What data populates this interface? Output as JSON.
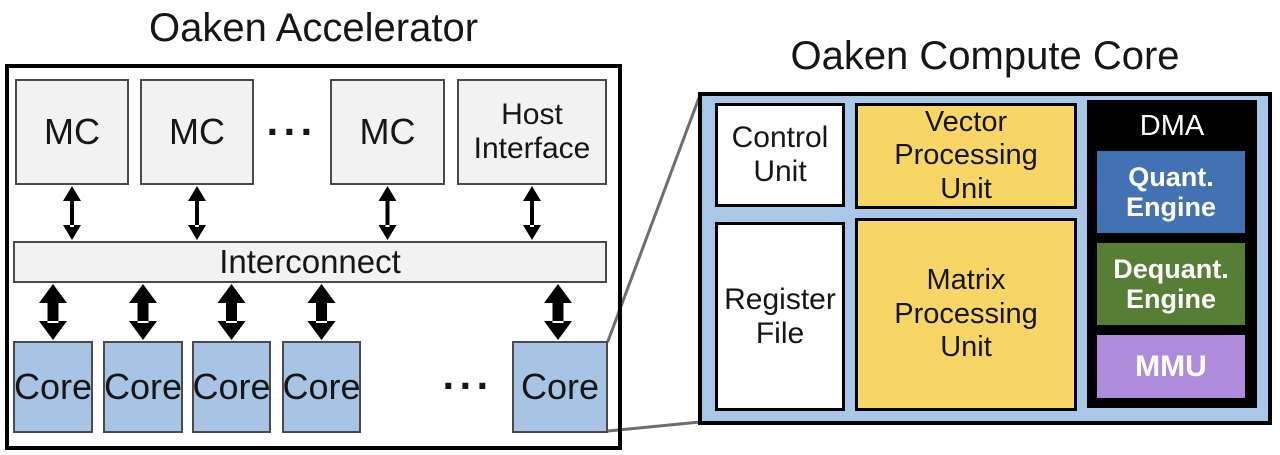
{
  "accelerator": {
    "title": "Oaken Accelerator",
    "mcs": [
      "MC",
      "MC",
      "MC"
    ],
    "mc_ellipsis": "···",
    "host_interface": "Host\nInterface",
    "interconnect": "Interconnect",
    "cores": [
      "Core",
      "Core",
      "Core",
      "Core",
      "Core"
    ],
    "core_ellipsis": "···"
  },
  "compute_core": {
    "title": "Oaken Compute Core",
    "control_unit": "Control\nUnit",
    "register_file": "Register\nFile",
    "vector_processing_unit": "Vector\nProcessing\nUnit",
    "matrix_processing_unit": "Matrix\nProcessing\nUnit",
    "dma": "DMA",
    "quant_engine": "Quant.\nEngine",
    "dequant_engine": "Dequant.\nEngine",
    "mmu": "MMU"
  },
  "colors": {
    "core_fill": "#A8C4E4",
    "panel_fill": "#A8C7E9",
    "box_gray": "#F2F2F2",
    "unit_yellow": "#F7D666",
    "engine_blue": "#4272B4",
    "engine_green": "#567F35",
    "engine_purple": "#AE8CDB",
    "dma_black": "#000000"
  }
}
